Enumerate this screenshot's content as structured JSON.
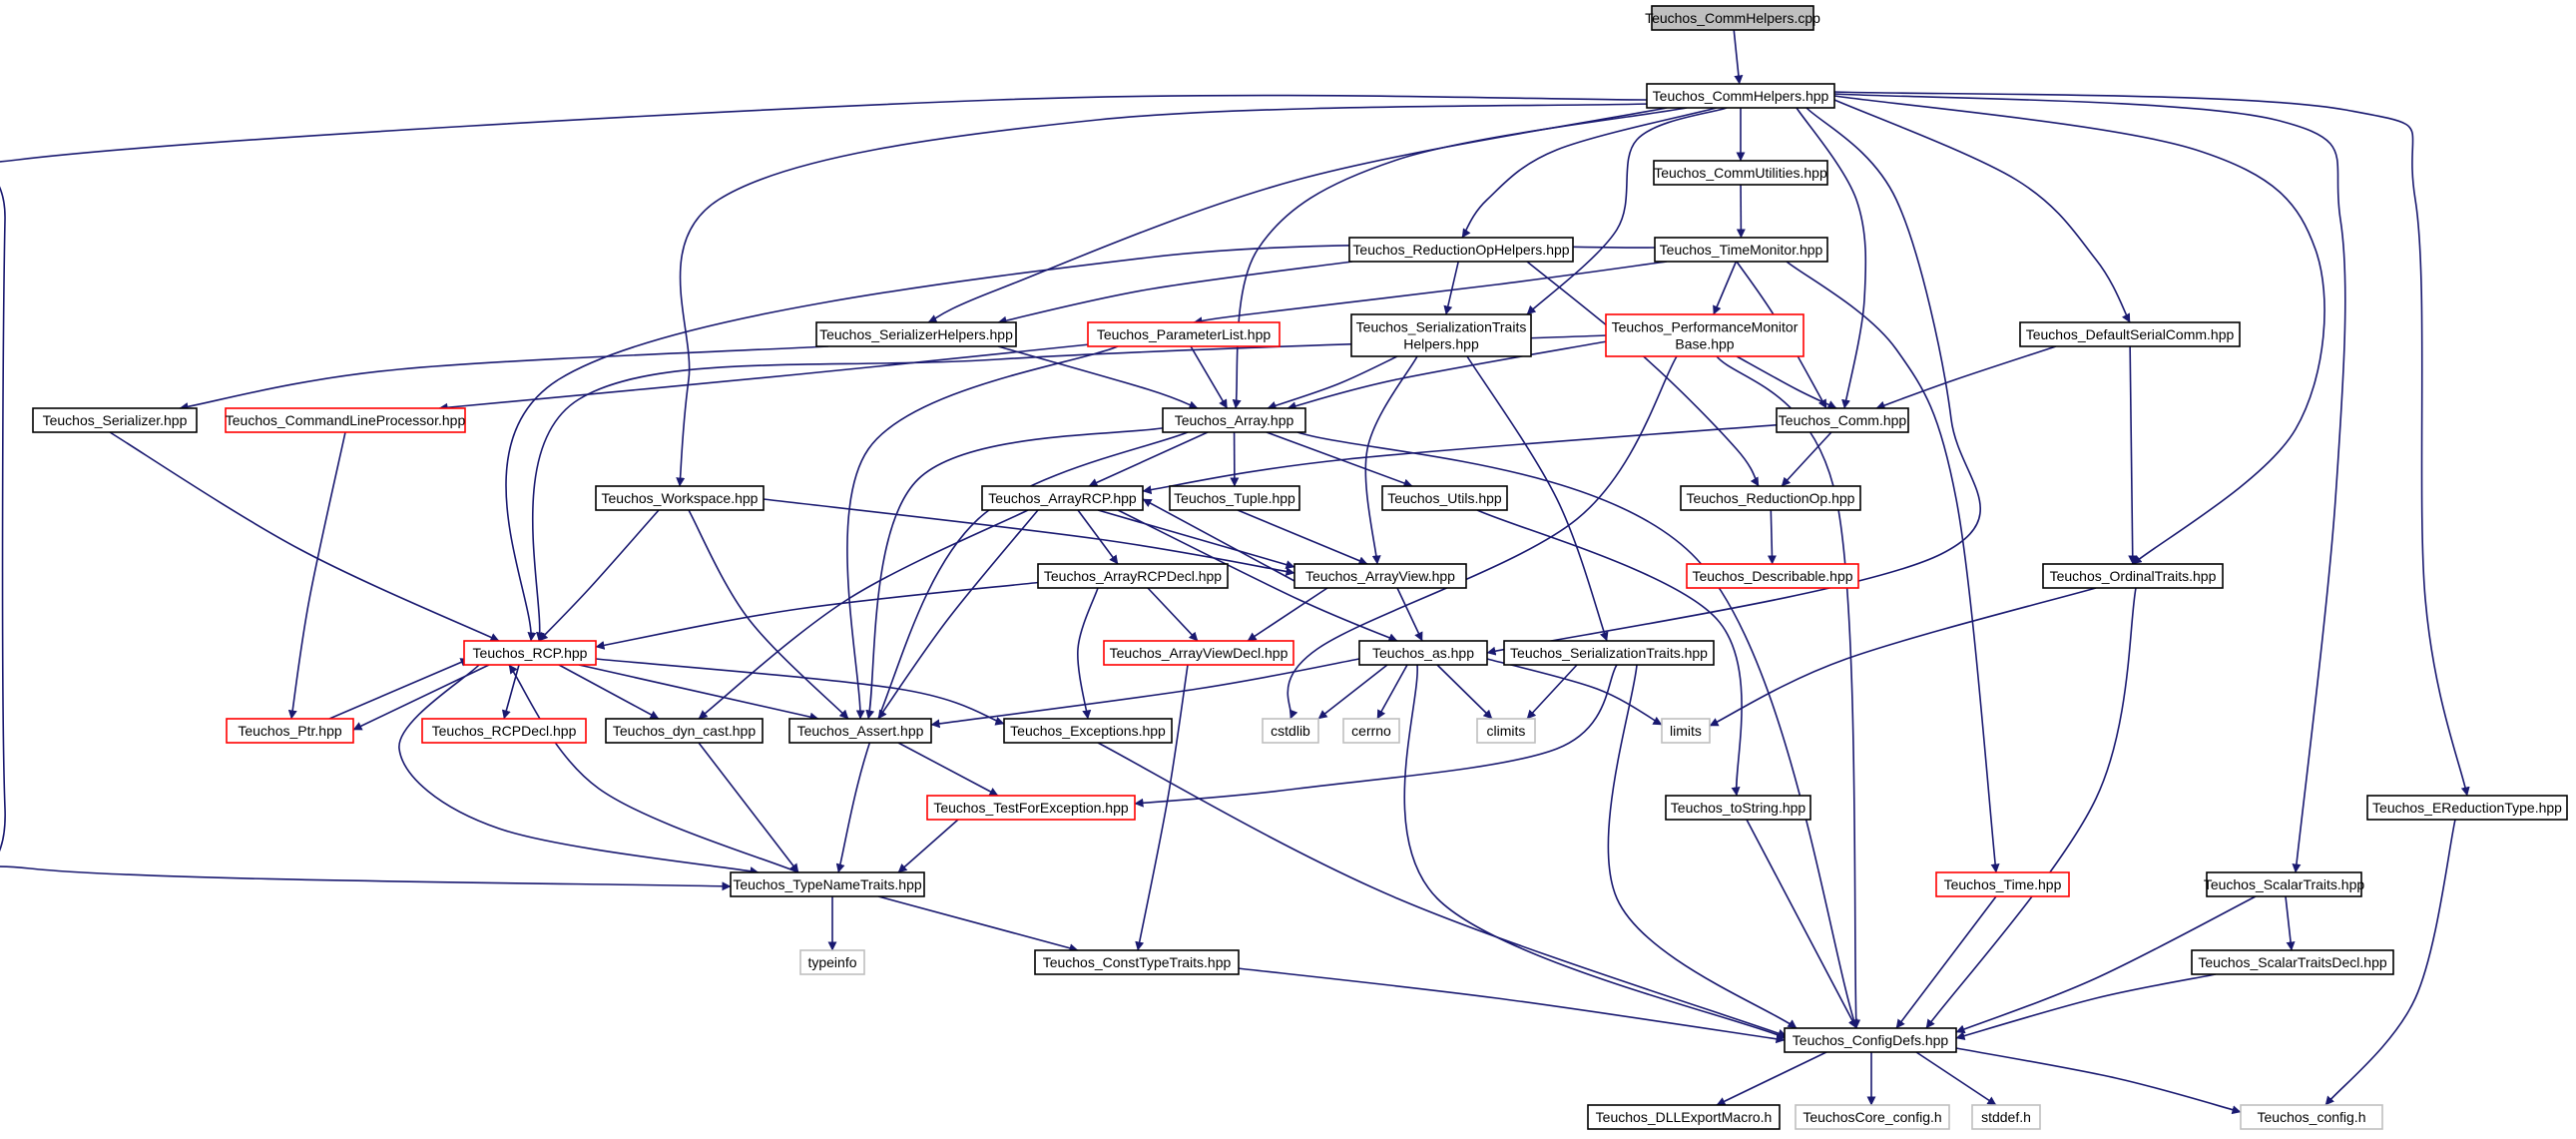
{
  "diagram": {
    "colors": {
      "edge": "#191970",
      "normal_border": "#000000",
      "normal_fill": "#ffffff",
      "root_fill": "#bfbfbf",
      "undocumented_border": "#ff0000",
      "system_border": "#bfbfbf",
      "system_text": "#555555"
    },
    "nodes": [
      {
        "id": "commhelpers_cpp",
        "label": [
          "Teuchos_CommHelpers.cpp"
        ],
        "kind": "root"
      },
      {
        "id": "commhelpers_hpp",
        "label": [
          "Teuchos_CommHelpers.hpp"
        ],
        "kind": "normal"
      },
      {
        "id": "commutilities",
        "label": [
          "Teuchos_CommUtilities.hpp"
        ],
        "kind": "normal"
      },
      {
        "id": "timemonitor",
        "label": [
          "Teuchos_TimeMonitor.hpp"
        ],
        "kind": "normal"
      },
      {
        "id": "reductionophelpers",
        "label": [
          "Teuchos_ReductionOpHelpers.hpp"
        ],
        "kind": "normal"
      },
      {
        "id": "serializerhelpers",
        "label": [
          "Teuchos_SerializerHelpers.hpp"
        ],
        "kind": "normal"
      },
      {
        "id": "parameterlist",
        "label": [
          "Teuchos_ParameterList.hpp"
        ],
        "kind": "red"
      },
      {
        "id": "serializationtraitshelpers",
        "label": [
          "Teuchos_SerializationTraits",
          "Helpers.hpp"
        ],
        "kind": "normal"
      },
      {
        "id": "perfmonitorbase",
        "label": [
          "Teuchos_PerformanceMonitor",
          "Base.hpp"
        ],
        "kind": "red"
      },
      {
        "id": "defaultserialcomm",
        "label": [
          "Teuchos_DefaultSerialComm.hpp"
        ],
        "kind": "normal"
      },
      {
        "id": "serializer",
        "label": [
          "Teuchos_Serializer.hpp"
        ],
        "kind": "normal"
      },
      {
        "id": "commandlineprocessor",
        "label": [
          "Teuchos_CommandLineProcessor.hpp"
        ],
        "kind": "red"
      },
      {
        "id": "array",
        "label": [
          "Teuchos_Array.hpp"
        ],
        "kind": "normal"
      },
      {
        "id": "comm",
        "label": [
          "Teuchos_Comm.hpp"
        ],
        "kind": "normal"
      },
      {
        "id": "workspace",
        "label": [
          "Teuchos_Workspace.hpp"
        ],
        "kind": "normal"
      },
      {
        "id": "arrayrcp",
        "label": [
          "Teuchos_ArrayRCP.hpp"
        ],
        "kind": "normal"
      },
      {
        "id": "tuple",
        "label": [
          "Teuchos_Tuple.hpp"
        ],
        "kind": "normal"
      },
      {
        "id": "utils",
        "label": [
          "Teuchos_Utils.hpp"
        ],
        "kind": "normal"
      },
      {
        "id": "reductionop",
        "label": [
          "Teuchos_ReductionOp.hpp"
        ],
        "kind": "normal"
      },
      {
        "id": "describable",
        "label": [
          "Teuchos_Describable.hpp"
        ],
        "kind": "red"
      },
      {
        "id": "arrayrcpdecl",
        "label": [
          "Teuchos_ArrayRCPDecl.hpp"
        ],
        "kind": "normal"
      },
      {
        "id": "arrayview",
        "label": [
          "Teuchos_ArrayView.hpp"
        ],
        "kind": "normal"
      },
      {
        "id": "ordinaltraits",
        "label": [
          "Teuchos_OrdinalTraits.hpp"
        ],
        "kind": "normal"
      },
      {
        "id": "rcp",
        "label": [
          "Teuchos_RCP.hpp"
        ],
        "kind": "red"
      },
      {
        "id": "arrayviewdecl",
        "label": [
          "Teuchos_ArrayViewDecl.hpp"
        ],
        "kind": "red"
      },
      {
        "id": "as",
        "label": [
          "Teuchos_as.hpp"
        ],
        "kind": "normal"
      },
      {
        "id": "serializationtraits",
        "label": [
          "Teuchos_SerializationTraits.hpp"
        ],
        "kind": "normal"
      },
      {
        "id": "ptr",
        "label": [
          "Teuchos_Ptr.hpp"
        ],
        "kind": "red"
      },
      {
        "id": "rcpdecl",
        "label": [
          "Teuchos_RCPDecl.hpp"
        ],
        "kind": "red"
      },
      {
        "id": "dyncast",
        "label": [
          "Teuchos_dyn_cast.hpp"
        ],
        "kind": "normal"
      },
      {
        "id": "assert",
        "label": [
          "Teuchos_Assert.hpp"
        ],
        "kind": "normal"
      },
      {
        "id": "exceptions",
        "label": [
          "Teuchos_Exceptions.hpp"
        ],
        "kind": "normal"
      },
      {
        "id": "cstdlib",
        "label": [
          "cstdlib"
        ],
        "kind": "system"
      },
      {
        "id": "cerrno",
        "label": [
          "cerrno"
        ],
        "kind": "system"
      },
      {
        "id": "climits",
        "label": [
          "climits"
        ],
        "kind": "system"
      },
      {
        "id": "limits",
        "label": [
          "limits"
        ],
        "kind": "system"
      },
      {
        "id": "testforexception",
        "label": [
          "Teuchos_TestForException.hpp"
        ],
        "kind": "red"
      },
      {
        "id": "tostring",
        "label": [
          "Teuchos_toString.hpp"
        ],
        "kind": "normal"
      },
      {
        "id": "ereductiontype",
        "label": [
          "Teuchos_EReductionType.hpp"
        ],
        "kind": "normal"
      },
      {
        "id": "typenametraits",
        "label": [
          "Teuchos_TypeNameTraits.hpp"
        ],
        "kind": "normal"
      },
      {
        "id": "time",
        "label": [
          "Teuchos_Time.hpp"
        ],
        "kind": "red"
      },
      {
        "id": "scalartraits",
        "label": [
          "Teuchos_ScalarTraits.hpp"
        ],
        "kind": "normal"
      },
      {
        "id": "typeinfo",
        "label": [
          "typeinfo"
        ],
        "kind": "system"
      },
      {
        "id": "consttypetraits",
        "label": [
          "Teuchos_ConstTypeTraits.hpp"
        ],
        "kind": "normal"
      },
      {
        "id": "scalartraitsdecl",
        "label": [
          "Teuchos_ScalarTraitsDecl.hpp"
        ],
        "kind": "normal"
      },
      {
        "id": "configdefs",
        "label": [
          "Teuchos_ConfigDefs.hpp"
        ],
        "kind": "normal"
      },
      {
        "id": "dllexportmacro",
        "label": [
          "Teuchos_DLLExportMacro.h"
        ],
        "kind": "normal"
      },
      {
        "id": "teuchoscore_config",
        "label": [
          "TeuchosCore_config.h"
        ],
        "kind": "system"
      },
      {
        "id": "stddef",
        "label": [
          "stddef.h"
        ],
        "kind": "system"
      },
      {
        "id": "teuchos_config",
        "label": [
          "Teuchos_config.h"
        ],
        "kind": "system"
      }
    ],
    "edges": [
      [
        "commhelpers_cpp",
        "commhelpers_hpp"
      ],
      [
        "commhelpers_hpp",
        "commutilities"
      ],
      [
        "commhelpers_hpp",
        "reductionophelpers"
      ],
      [
        "commhelpers_hpp",
        "serializerhelpers"
      ],
      [
        "commhelpers_hpp",
        "serializationtraitshelpers"
      ],
      [
        "commhelpers_hpp",
        "defaultserialcomm"
      ],
      [
        "commhelpers_hpp",
        "array"
      ],
      [
        "commhelpers_hpp",
        "comm"
      ],
      [
        "commhelpers_hpp",
        "workspace"
      ],
      [
        "commhelpers_hpp",
        "ordinaltraits"
      ],
      [
        "commhelpers_hpp",
        "as"
      ],
      [
        "commhelpers_hpp",
        "ereductiontype"
      ],
      [
        "commhelpers_hpp",
        "typenametraits"
      ],
      [
        "commhelpers_hpp",
        "scalartraits"
      ],
      [
        "commutilities",
        "timemonitor"
      ],
      [
        "timemonitor",
        "parameterlist"
      ],
      [
        "timemonitor",
        "perfmonitorbase"
      ],
      [
        "timemonitor",
        "comm"
      ],
      [
        "timemonitor",
        "time"
      ],
      [
        "timemonitor",
        "rcp"
      ],
      [
        "reductionophelpers",
        "serializerhelpers"
      ],
      [
        "reductionophelpers",
        "serializationtraitshelpers"
      ],
      [
        "reductionophelpers",
        "reductionop"
      ],
      [
        "serializerhelpers",
        "serializer"
      ],
      [
        "serializerhelpers",
        "array"
      ],
      [
        "parameterlist",
        "array"
      ],
      [
        "parameterlist",
        "commandlineprocessor"
      ],
      [
        "parameterlist",
        "assert"
      ],
      [
        "serializationtraitshelpers",
        "array"
      ],
      [
        "serializationtraitshelpers",
        "arrayview"
      ],
      [
        "serializationtraitshelpers",
        "serializationtraits"
      ],
      [
        "perfmonitorbase",
        "array"
      ],
      [
        "perfmonitorbase",
        "comm"
      ],
      [
        "perfmonitorbase",
        "rcp"
      ],
      [
        "perfmonitorbase",
        "configdefs"
      ],
      [
        "perfmonitorbase",
        "cstdlib"
      ],
      [
        "defaultserialcomm",
        "comm"
      ],
      [
        "defaultserialcomm",
        "ordinaltraits"
      ],
      [
        "serializer",
        "rcp"
      ],
      [
        "commandlineprocessor",
        "ptr"
      ],
      [
        "array",
        "arrayrcp"
      ],
      [
        "array",
        "tuple"
      ],
      [
        "array",
        "utils"
      ],
      [
        "array",
        "assert"
      ],
      [
        "array",
        "typenametraits"
      ],
      [
        "array",
        "configdefs"
      ],
      [
        "comm",
        "arrayrcp"
      ],
      [
        "comm",
        "reductionop"
      ],
      [
        "workspace",
        "rcp"
      ],
      [
        "workspace",
        "arrayview"
      ],
      [
        "workspace",
        "assert"
      ],
      [
        "arrayrcp",
        "arrayrcpdecl"
      ],
      [
        "arrayrcp",
        "arrayview"
      ],
      [
        "arrayrcp",
        "as"
      ],
      [
        "arrayrcp",
        "assert"
      ],
      [
        "arrayrcp",
        "dyncast"
      ],
      [
        "arrayview",
        "arrayrcp"
      ],
      [
        "tuple",
        "arrayview"
      ],
      [
        "utils",
        "tostring"
      ],
      [
        "reductionop",
        "describable"
      ],
      [
        "arrayrcpdecl",
        "rcp"
      ],
      [
        "arrayrcpdecl",
        "arrayviewdecl"
      ],
      [
        "arrayrcpdecl",
        "exceptions"
      ],
      [
        "arrayview",
        "arrayviewdecl"
      ],
      [
        "arrayview",
        "as"
      ],
      [
        "ordinaltraits",
        "limits"
      ],
      [
        "ordinaltraits",
        "configdefs"
      ],
      [
        "rcp",
        "ptr"
      ],
      [
        "ptr",
        "rcp"
      ],
      [
        "rcp",
        "rcpdecl"
      ],
      [
        "rcp",
        "dyncast"
      ],
      [
        "rcp",
        "assert"
      ],
      [
        "rcp",
        "exceptions"
      ],
      [
        "rcp",
        "typenametraits"
      ],
      [
        "typenametraits",
        "rcp"
      ],
      [
        "arrayviewdecl",
        "consttypetraits"
      ],
      [
        "as",
        "assert"
      ],
      [
        "as",
        "cstdlib"
      ],
      [
        "as",
        "cerrno"
      ],
      [
        "as",
        "climits"
      ],
      [
        "as",
        "limits"
      ],
      [
        "as",
        "configdefs"
      ],
      [
        "serializationtraits",
        "climits"
      ],
      [
        "serializationtraits",
        "testforexception"
      ],
      [
        "serializationtraits",
        "configdefs"
      ],
      [
        "dyncast",
        "typenametraits"
      ],
      [
        "assert",
        "testforexception"
      ],
      [
        "exceptions",
        "configdefs"
      ],
      [
        "testforexception",
        "typenametraits"
      ],
      [
        "tostring",
        "configdefs"
      ],
      [
        "ereductiontype",
        "teuchos_config"
      ],
      [
        "typenametraits",
        "typeinfo"
      ],
      [
        "typenametraits",
        "consttypetraits"
      ],
      [
        "time",
        "configdefs"
      ],
      [
        "scalartraits",
        "scalartraitsdecl"
      ],
      [
        "scalartraits",
        "configdefs"
      ],
      [
        "scalartraitsdecl",
        "configdefs"
      ],
      [
        "consttypetraits",
        "configdefs"
      ],
      [
        "configdefs",
        "dllexportmacro"
      ],
      [
        "configdefs",
        "teuchoscore_config"
      ],
      [
        "configdefs",
        "stddef"
      ],
      [
        "configdefs",
        "teuchos_config"
      ]
    ]
  }
}
